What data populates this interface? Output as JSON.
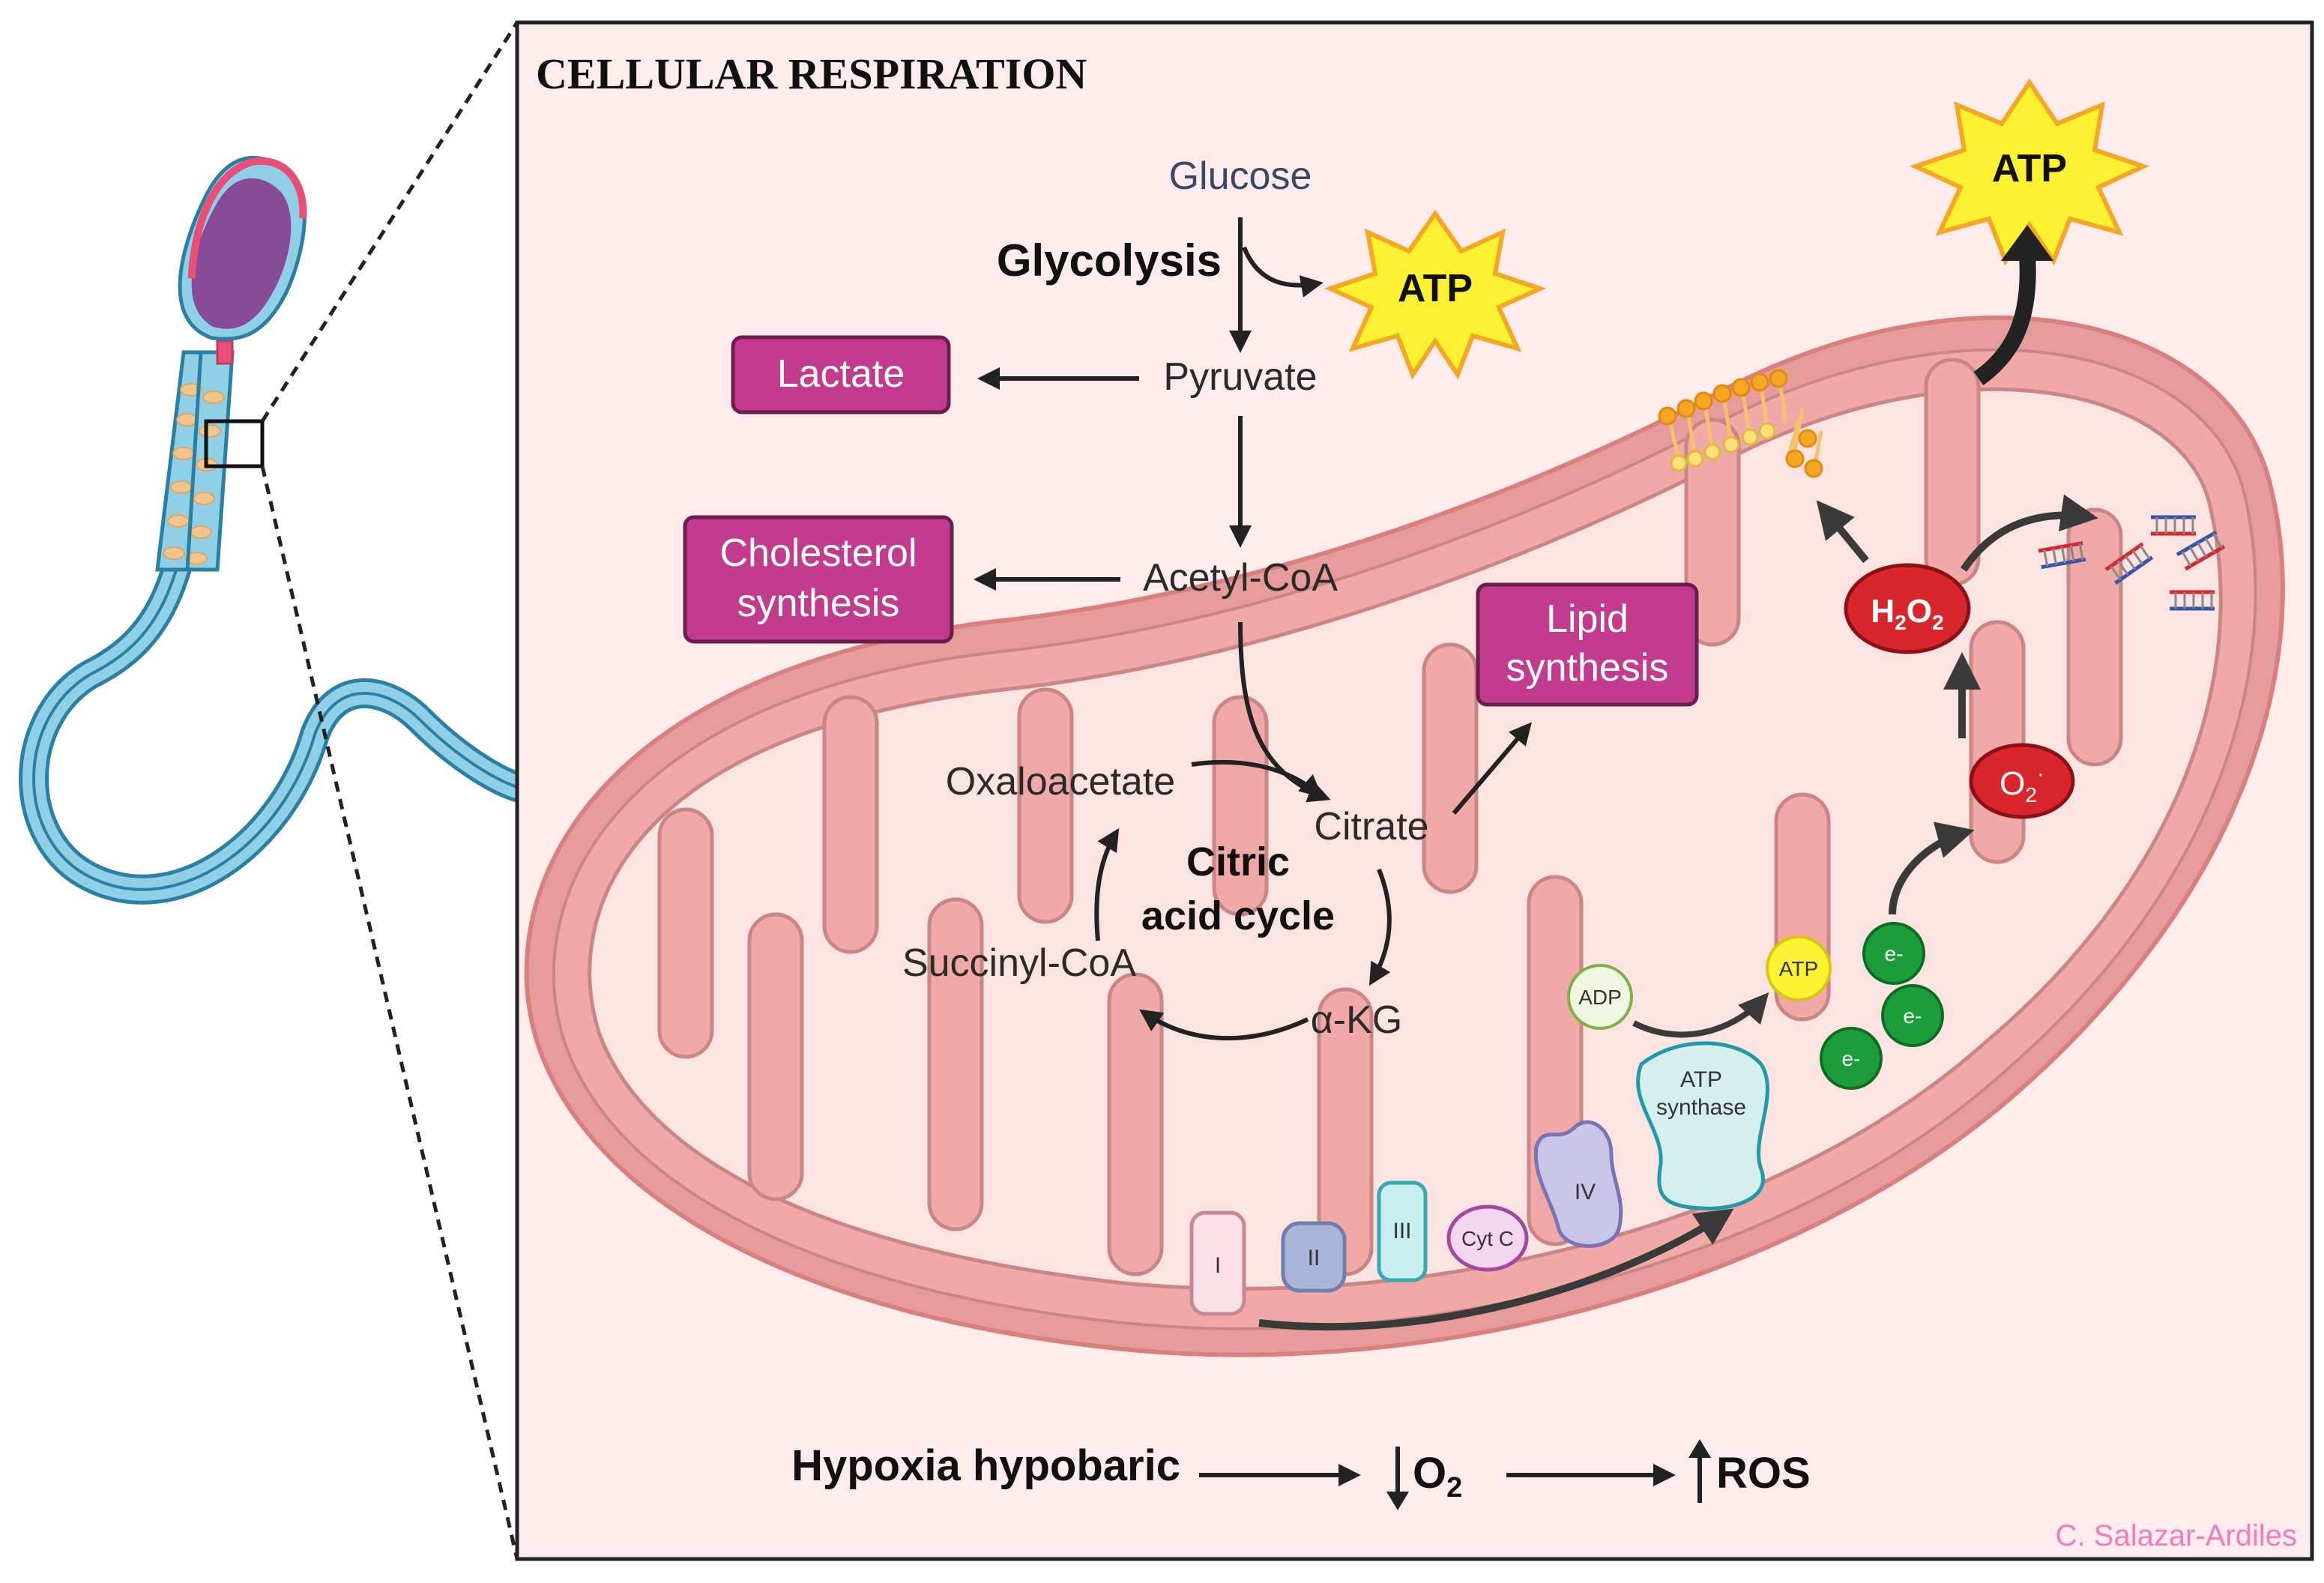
{
  "title": "CELLULAR RESPIRATION",
  "pathway": {
    "glucose": "Glucose",
    "glycolysis": "Glycolysis",
    "pyruvate": "Pyruvate",
    "acetyl_coa": "Acetyl-CoA",
    "lactate": "Lactate",
    "cholesterol_line1": "Cholesterol",
    "cholesterol_line2": "synthesis",
    "lipid_line1": "Lipid",
    "lipid_line2": "synthesis"
  },
  "cycle": {
    "center_line1": "Citric",
    "center_line2": "acid cycle",
    "oxaloacetate": "Oxaloacetate",
    "citrate": "Citrate",
    "succinyl_coa": "Succinyl-CoA",
    "akg": "α-KG"
  },
  "atp_label": "ATP",
  "etc": {
    "complex_1": "I",
    "complex_2": "II",
    "complex_3": "III",
    "cyt_c": "Cyt C",
    "complex_4": "IV",
    "atp_synthase_line1": "ATP",
    "atp_synthase_line2": "synthase",
    "adp": "ADP",
    "atp_small": "ATP",
    "electron": "e-"
  },
  "ros": {
    "superoxide_base": "O",
    "superoxide_sub": "2",
    "superoxide_sup": "·",
    "h2o2_h": "H",
    "h2o2_sub": "2",
    "h2o2_o": "O",
    "h2o2_sub2": "2"
  },
  "bottom": {
    "hypoxia": "Hypoxia hypobaric",
    "o2_base": "O",
    "o2_sub": "2",
    "ros": "ROS"
  },
  "credit": "C. Salazar-Ardiles",
  "colors": {
    "panel_bg": "#fdeceb",
    "mito_outer": "#e69c9a",
    "mito_inner": "#f0a9a6",
    "matrix": "#fbe3e2",
    "magenta_box": "#c33b8e",
    "atp_star": "#fdf232",
    "ros_red": "#d9262c",
    "electron_green": "#1b9e3a",
    "credit_pink": "#f07bbd",
    "sperm_blue": "#8fd0e6",
    "sperm_head": "#8a4a9a"
  }
}
